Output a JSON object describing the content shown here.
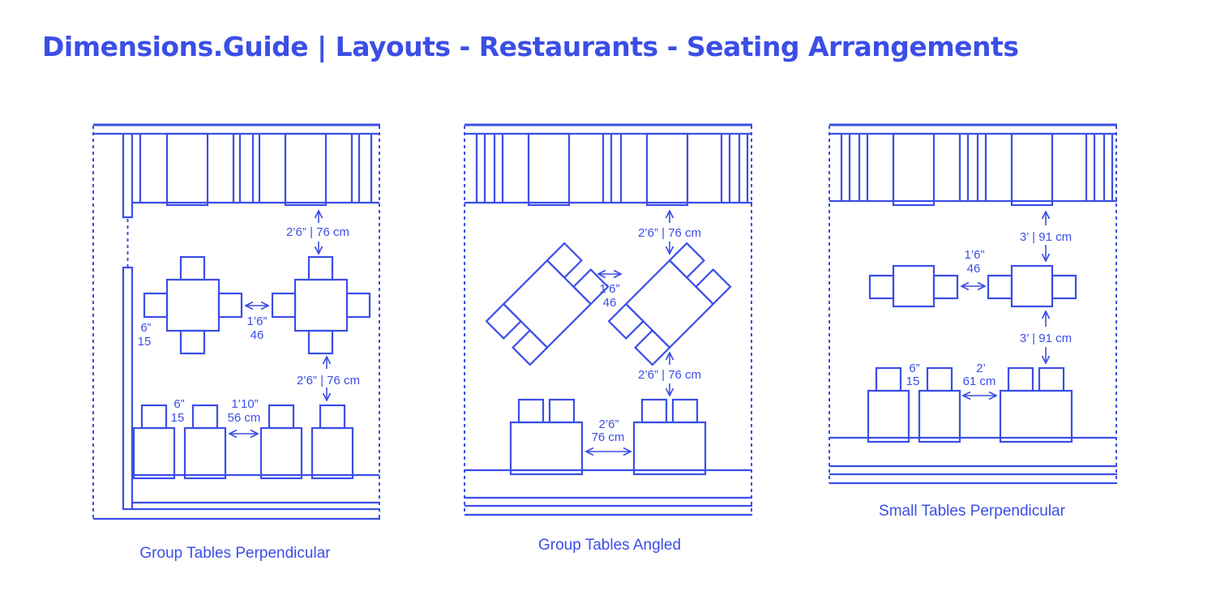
{
  "title": "Dimensions.Guide | Layouts - Restaurants - Seating Arrangements",
  "color": "#3b4ee6",
  "panels": [
    {
      "caption": "Group Tables Perpendicular",
      "dims": {
        "top": "2’6” | 76 cm",
        "mid": "2’6” | 76 cm",
        "gap_ft": "1’6”",
        "gap_cm": "46",
        "wall_in": "6”",
        "wall_cm": "15",
        "chair_in": "6”",
        "chair_cm": "15",
        "aisle_ft": "1’10”",
        "aisle_cm": "56 cm"
      }
    },
    {
      "caption": "Group Tables Angled",
      "dims": {
        "top": "2’6” | 76 cm",
        "gap_ft": "1’6”",
        "gap_cm": "46",
        "mid": "2’6” | 76 cm",
        "aisle_ft": "2’6”",
        "aisle_cm": "76 cm"
      }
    },
    {
      "caption": "Small Tables Perpendicular",
      "dims": {
        "top": "3’ | 91 cm",
        "gap_ft": "1’6”",
        "gap_cm": "46",
        "mid": "3’ | 91 cm",
        "chair_in": "6”",
        "chair_cm": "15",
        "aisle_ft": "2’",
        "aisle_cm": "61 cm"
      }
    }
  ]
}
